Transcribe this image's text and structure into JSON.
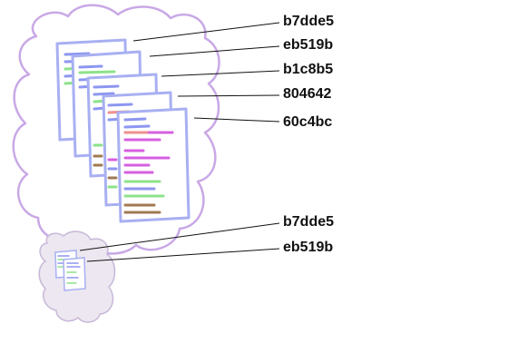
{
  "colors": {
    "background": "#ffffff",
    "big_cloud_stroke": "#c9a8e6",
    "small_cloud_fill": "#ece7f0",
    "small_cloud_stroke": "#c8b8d8",
    "page_stroke": "#a8b0f2",
    "page_fill": "#ffffff",
    "leader_line": "#111111",
    "text_blue": "#8d96f0",
    "text_green": "#8de28a",
    "text_pink": "#f08f8f",
    "text_magenta": "#d65fe0",
    "text_brown": "#a07a52"
  },
  "upper_group": {
    "labels": [
      "b7dde5",
      "eb519b",
      "b1c8b5",
      "804642",
      "60c4bc"
    ]
  },
  "lower_group": {
    "labels": [
      "b7dde5",
      "eb519b"
    ]
  }
}
